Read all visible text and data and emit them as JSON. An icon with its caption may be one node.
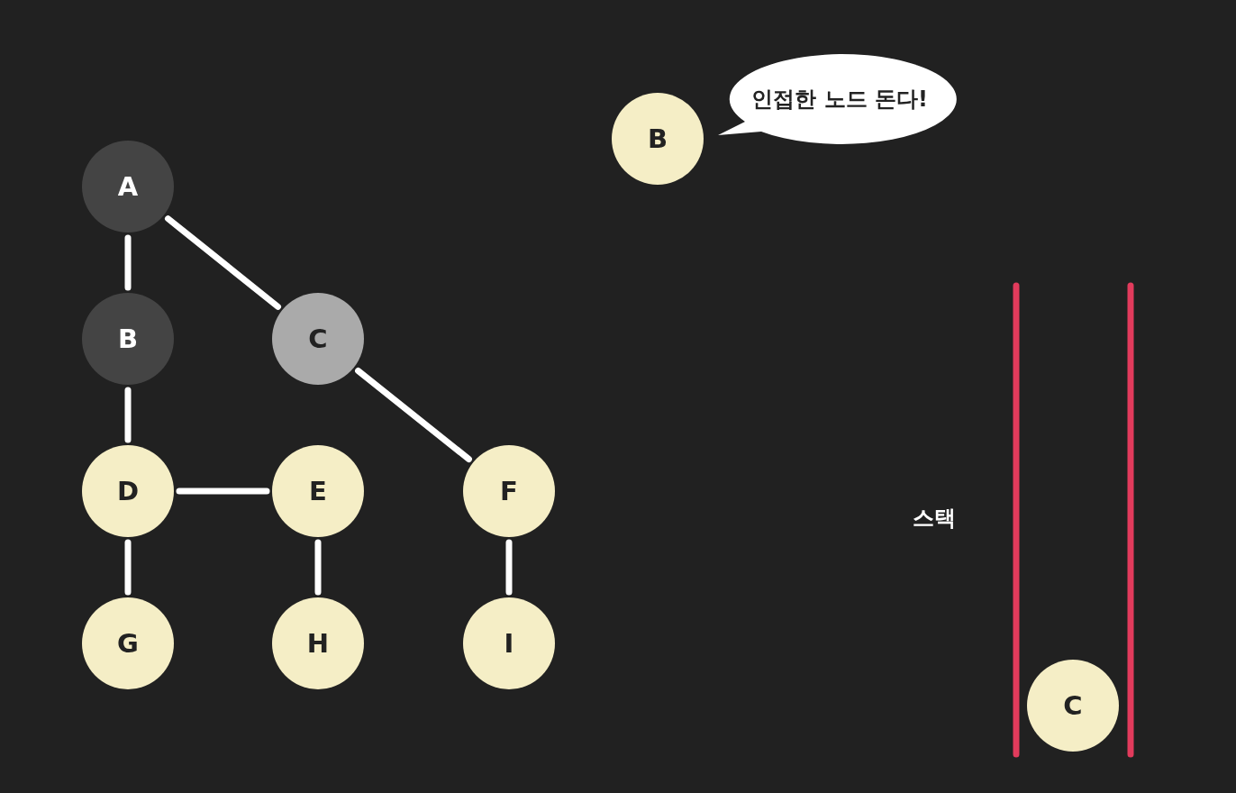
{
  "diagram": {
    "nodes": [
      {
        "text": [
          "A"
        ]
      },
      {
        "text": [
          "B"
        ]
      },
      {
        "text": [
          "C"
        ]
      },
      {
        "text": [
          "D"
        ]
      },
      {
        "text": [
          "E"
        ]
      },
      {
        "text": [
          "F"
        ]
      },
      {
        "text": [
          "G"
        ]
      },
      {
        "text": [
          "H"
        ]
      },
      {
        "text": [
          "I"
        ]
      },
      {
        "text": [
          "B"
        ]
      },
      {
        "text": [
          "인접한 노드 돈다!"
        ]
      },
      {
        "text": [
          "C"
        ]
      }
    ],
    "edges": [
      {
        "from": 0,
        "to": 1,
        "arrow": "none"
      },
      {
        "from": 0,
        "to": 2,
        "arrow": "none"
      },
      {
        "from": 1,
        "to": 3,
        "arrow": "none"
      },
      {
        "from": 2,
        "to": 5,
        "arrow": "none"
      },
      {
        "from": 3,
        "to": 4,
        "arrow": "none"
      },
      {
        "from": 3,
        "to": 6,
        "arrow": "none"
      },
      {
        "from": 4,
        "to": 7,
        "arrow": "none"
      },
      {
        "from": 5,
        "to": 8,
        "arrow": "none"
      }
    ],
    "labels": [
      "스택"
    ]
  }
}
